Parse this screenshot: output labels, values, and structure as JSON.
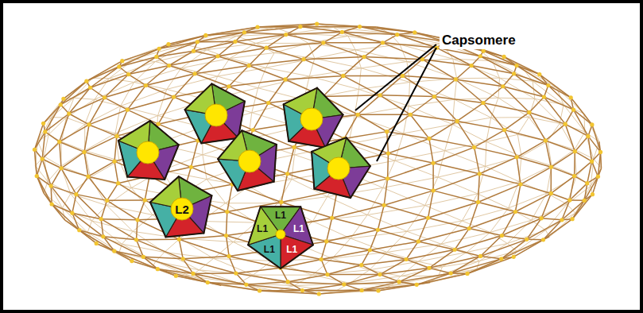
{
  "diagram": {
    "nodes": [
      {
        "text": [
          "L2"
        ]
      },
      {
        "text": [
          "L1",
          "L1",
          "L1",
          "L1",
          "L1"
        ]
      }
    ],
    "labels": [
      "Capsomere"
    ]
  }
}
